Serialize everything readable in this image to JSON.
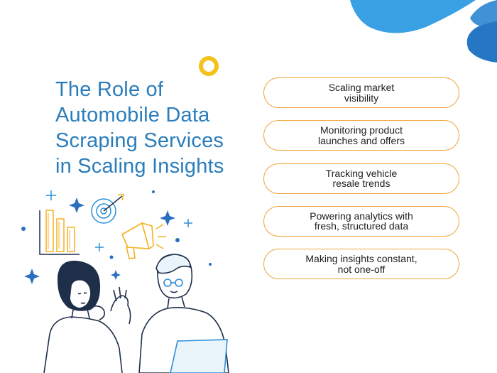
{
  "title_lines": [
    "The Role of",
    "Automobile Data",
    "Scraping Services",
    "in Scaling Insights"
  ],
  "items": [
    {
      "line1": "Scaling market",
      "line2": "visibility"
    },
    {
      "line1": "Monitoring product",
      "line2": "launches and offers"
    },
    {
      "line1": "Tracking vehicle",
      "line2": "resale trends"
    },
    {
      "line1": "Powering analytics with",
      "line2": "fresh, structured data"
    },
    {
      "line1": "Making insights constant,",
      "line2": "not one-off"
    }
  ],
  "colors": {
    "title": "#2a7dbc",
    "pill_border": "#f0a53a",
    "accent_blue": "#2a8fd8",
    "accent_yellow": "#f5c21a",
    "illustration_line": "#1f2f4a"
  },
  "icons": {
    "bar_chart": "bar-chart-icon",
    "target": "target-icon",
    "megaphone": "megaphone-icon"
  }
}
